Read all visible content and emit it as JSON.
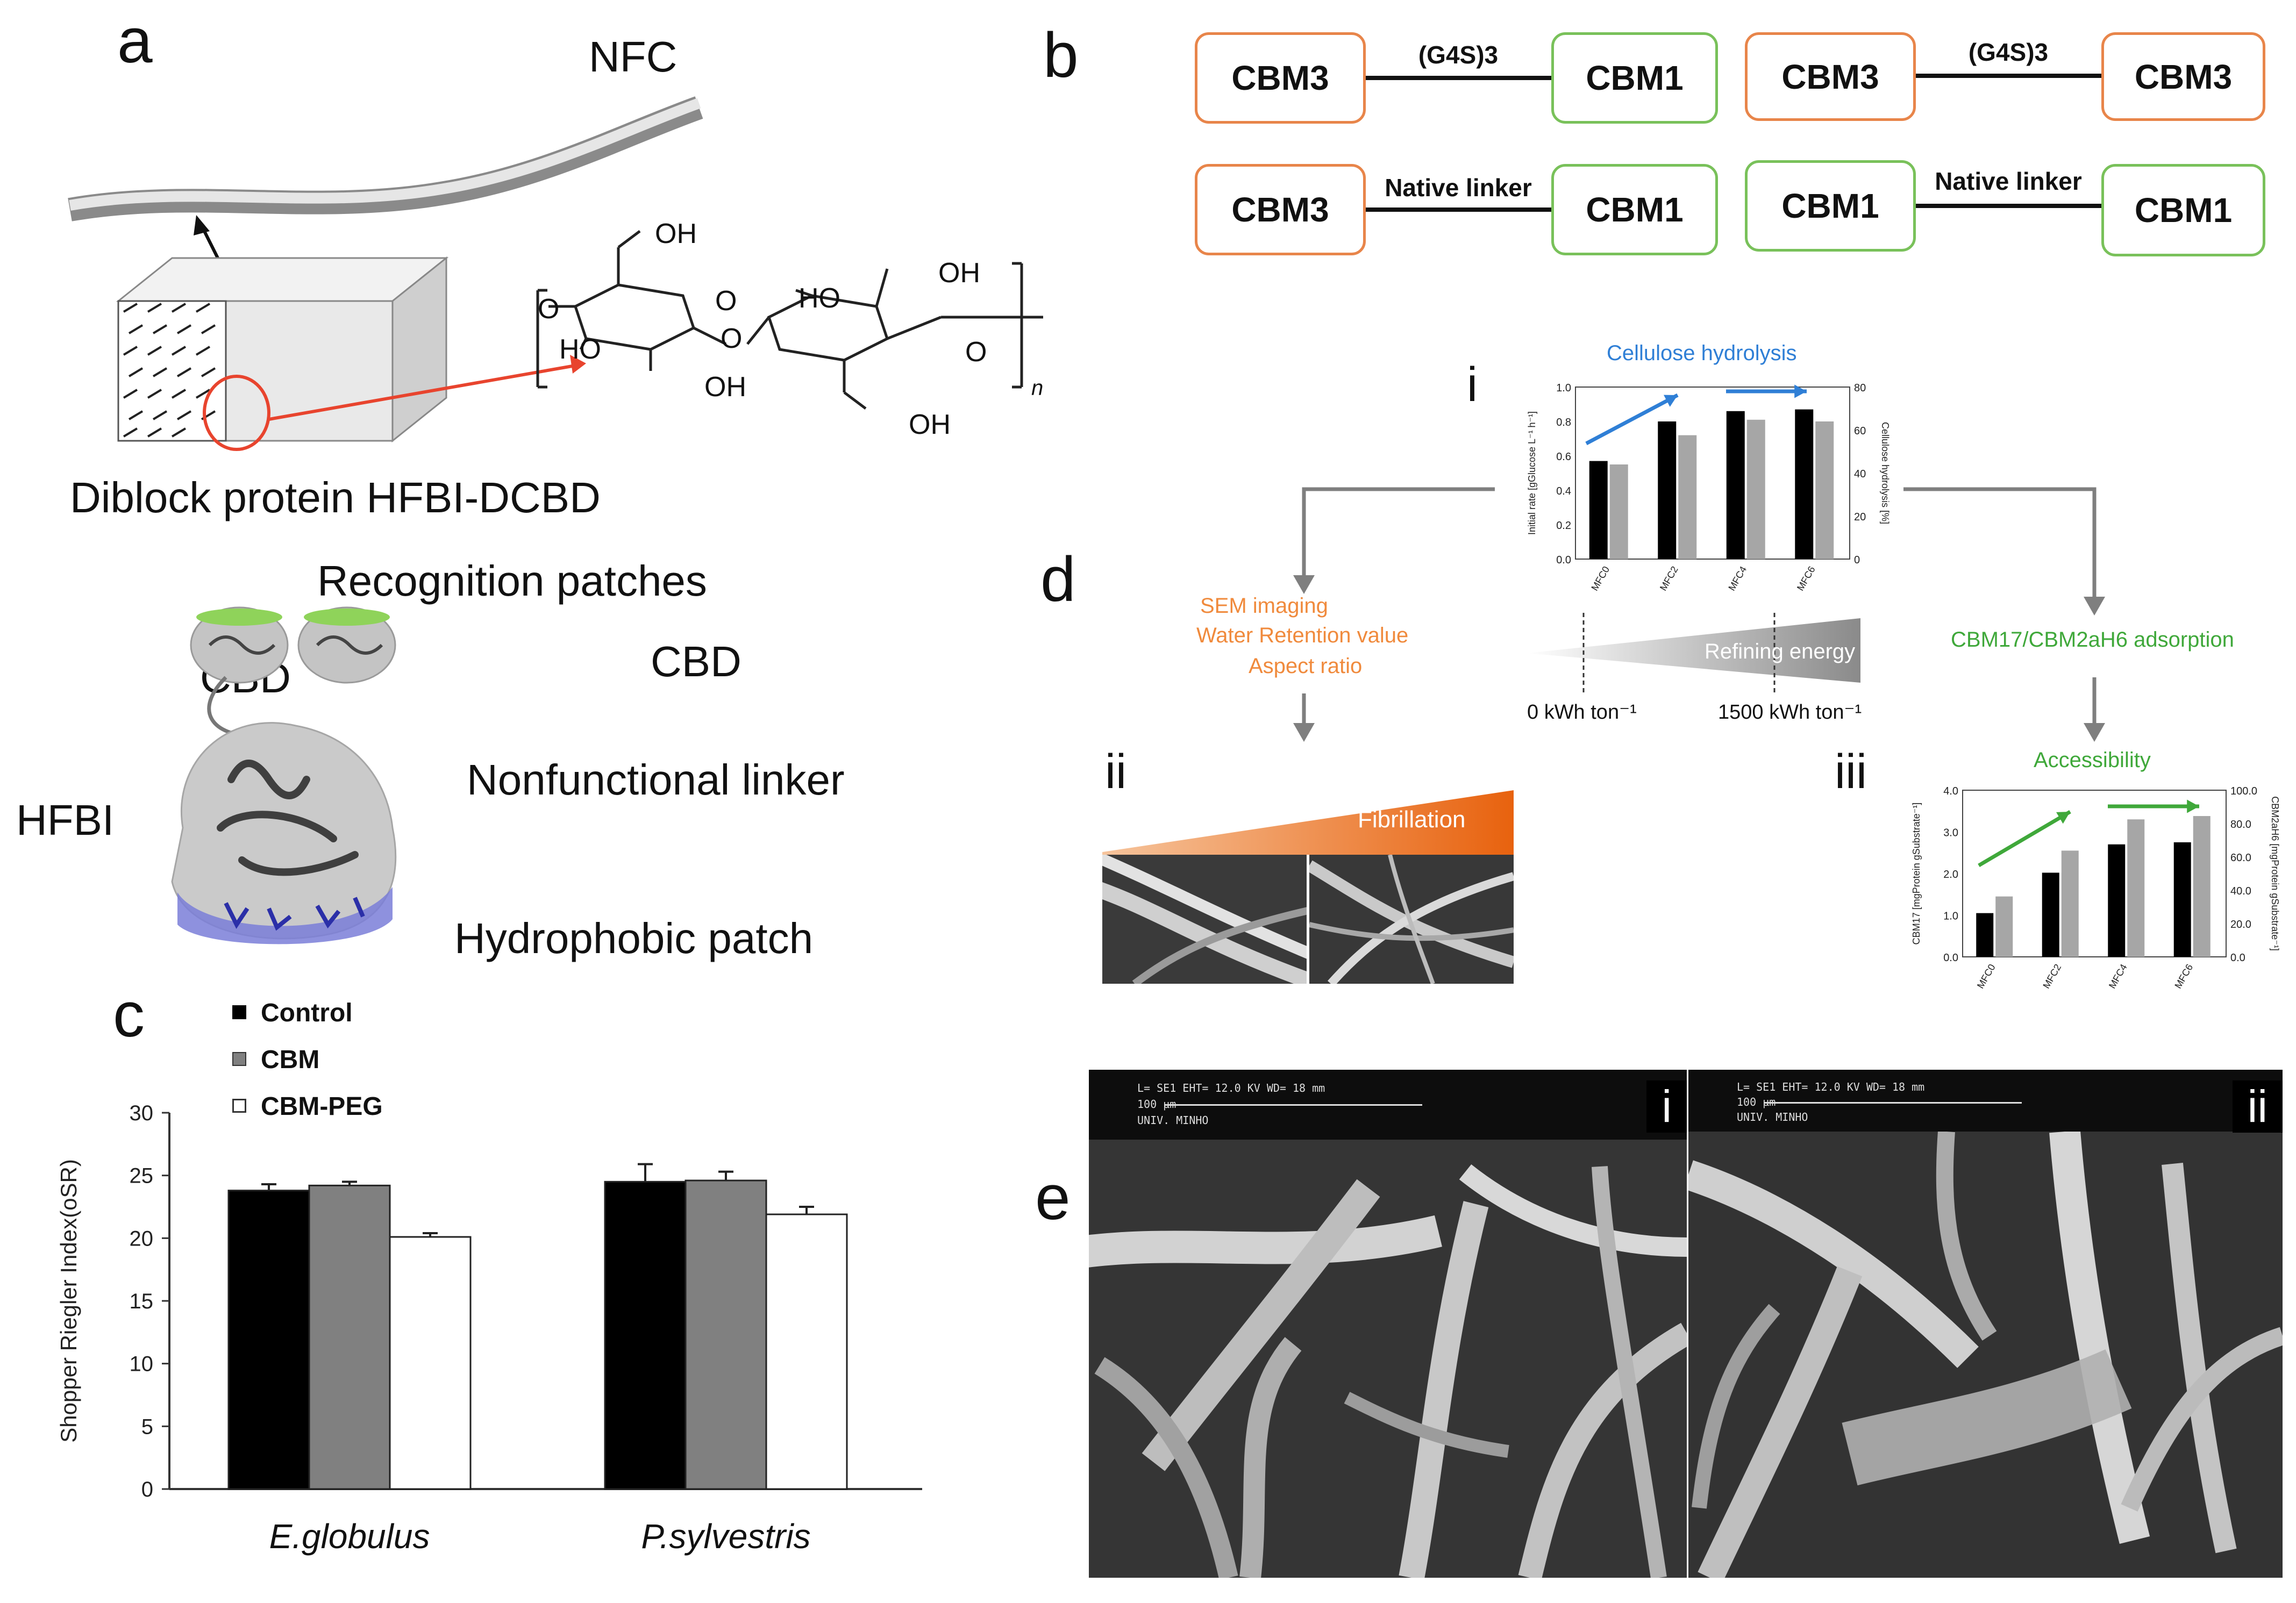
{
  "panel_a": {
    "letter": "a",
    "nfc_label": "NFC",
    "diblock_label": "Diblock protein HFBI-DCBD",
    "recognition_label": "Recognition patches",
    "cbd_left": "CBD",
    "cbd_right": "CBD",
    "linker_label": "Nonfunctional linker",
    "hfbi_label": "HFBI",
    "hydrophobic_label": "Hydrophobic patch",
    "chem_oh1": "OH",
    "chem_oh2": "OH",
    "chem_ho1": "HO",
    "chem_ho2": "HO",
    "chem_oh3": "OH",
    "chem_oh4": "OH",
    "chem_o": "O",
    "chem_o_ring1": "O",
    "chem_o_ring2": "O",
    "chem_o_left": "O",
    "chem_n": "n",
    "colors": {
      "arrow_red": "#e8442e",
      "hydrophobic_blue": "#4a4fc8",
      "recognition_green": "#8fd35a"
    }
  },
  "panel_b": {
    "letter": "b",
    "constructs": [
      {
        "left": "CBM3",
        "left_color": "orange",
        "linker": "(G4S)3",
        "right": "CBM1",
        "right_color": "green"
      },
      {
        "left": "CBM3",
        "left_color": "orange",
        "linker": "(G4S)3",
        "right": "CBM3",
        "right_color": "orange"
      },
      {
        "left": "CBM3",
        "left_color": "orange",
        "linker": "Native linker",
        "right": "CBM1",
        "right_color": "green"
      },
      {
        "left": "CBM1",
        "left_color": "green",
        "linker": "Native linker",
        "right": "CBM1",
        "right_color": "green"
      }
    ],
    "colors": {
      "orange": "#e8854a",
      "green": "#79c15a"
    }
  },
  "panel_c": {
    "letter": "c",
    "legend": [
      "Control",
      "CBM",
      "CBM-PEG"
    ]
  },
  "panel_d": {
    "letter": "d",
    "i_label": "i",
    "ii_label": "ii",
    "iii_label": "iii",
    "hydrolysis_title": "Cellulose hydrolysis",
    "left_text_1": "SEM imaging",
    "left_text_2": "Water Retention value",
    "left_text_3": "Aspect ratio",
    "refining_label": "Refining energy",
    "energy_low": "0 kWh ton⁻¹",
    "energy_high": "1500 kWh ton⁻¹",
    "right_text": "CBM17/CBM2aH6 adsorption",
    "accessibility_label": "Accessibility",
    "fibrillation_label": "Fibrillation",
    "colors": {
      "orange": "#f08a3c",
      "blue": "#2f7fd6",
      "green": "#3fa83a",
      "gray_arrow": "#7f7f7f"
    }
  },
  "panel_e": {
    "letter": "e",
    "label_i": "i",
    "label_ii": "ii",
    "sem_header_i": "L= SE1    EHT= 12.0 KV   WD= 18  mm",
    "sem_scale_i": "100 µm",
    "sem_org_i": "UNIV. MINHO",
    "sem_header_ii": "L= SE1    EHT= 12.0 KV   WD= 18  mm",
    "sem_scale_ii": "100 µm",
    "sem_org_ii": "UNIV. MINHO"
  },
  "chart_data": [
    {
      "id": "panel-c",
      "type": "bar",
      "categories": [
        "E.globulus",
        "P.sylvestris"
      ],
      "series": [
        {
          "name": "Control",
          "values": [
            23.8,
            24.5
          ],
          "errors": [
            0.5,
            1.4
          ],
          "color": "#000000"
        },
        {
          "name": "CBM",
          "values": [
            24.2,
            24.6
          ],
          "errors": [
            0.3,
            0.7
          ],
          "color": "#808080"
        },
        {
          "name": "CBM-PEG",
          "values": [
            20.1,
            21.9
          ],
          "errors": [
            0.3,
            0.6
          ],
          "color": "#ffffff"
        }
      ],
      "ylabel": "Shopper Riegler Index(oSR)",
      "ylim": [
        0,
        30
      ],
      "yticks": [
        0,
        5,
        10,
        15,
        20,
        25,
        30
      ]
    },
    {
      "id": "panel-d-i",
      "type": "bar",
      "categories": [
        "MFC0",
        "MFC2",
        "MFC4",
        "MFC6"
      ],
      "series": [
        {
          "name": "Initial rate",
          "values": [
            0.57,
            0.8,
            0.86,
            0.87
          ],
          "color": "#000000"
        },
        {
          "name": "Cellulose hydrolysis",
          "values": [
            0.55,
            0.72,
            0.81,
            0.8
          ],
          "color": "#a6a6a6"
        }
      ],
      "ylabel": "Initial rate [gGlucose L⁻¹ h⁻¹]",
      "ylabel_right": "Cellulose hydrolysis [%]",
      "ylim": [
        0,
        1.0
      ],
      "yticks": [
        "0.0",
        "0.2",
        "0.4",
        "0.6",
        "0.8",
        "1.0"
      ],
      "yticks_right": [
        "0",
        "20",
        "40",
        "60",
        "80"
      ]
    },
    {
      "id": "panel-d-iii",
      "type": "bar",
      "categories": [
        "MFC0",
        "MFC2",
        "MFC4",
        "MFC6"
      ],
      "series": [
        {
          "name": "CBM17",
          "values": [
            1.05,
            2.02,
            2.7,
            2.75
          ],
          "color": "#000000"
        },
        {
          "name": "CBM2aH6",
          "values": [
            1.45,
            2.55,
            3.3,
            3.38
          ],
          "color": "#a6a6a6"
        }
      ],
      "ylabel": "CBM17 [mgProtein gSubstrate⁻¹]",
      "ylabel_right": "CBM2aH6 [mgProtein gSubstrate⁻¹]",
      "ylim": [
        0,
        4.0
      ],
      "yticks": [
        "0.0",
        "1.0",
        "2.0",
        "3.0",
        "4.0"
      ],
      "yticks_right": [
        "0.0",
        "20.0",
        "40.0",
        "60.0",
        "80.0",
        "100.0"
      ]
    }
  ]
}
